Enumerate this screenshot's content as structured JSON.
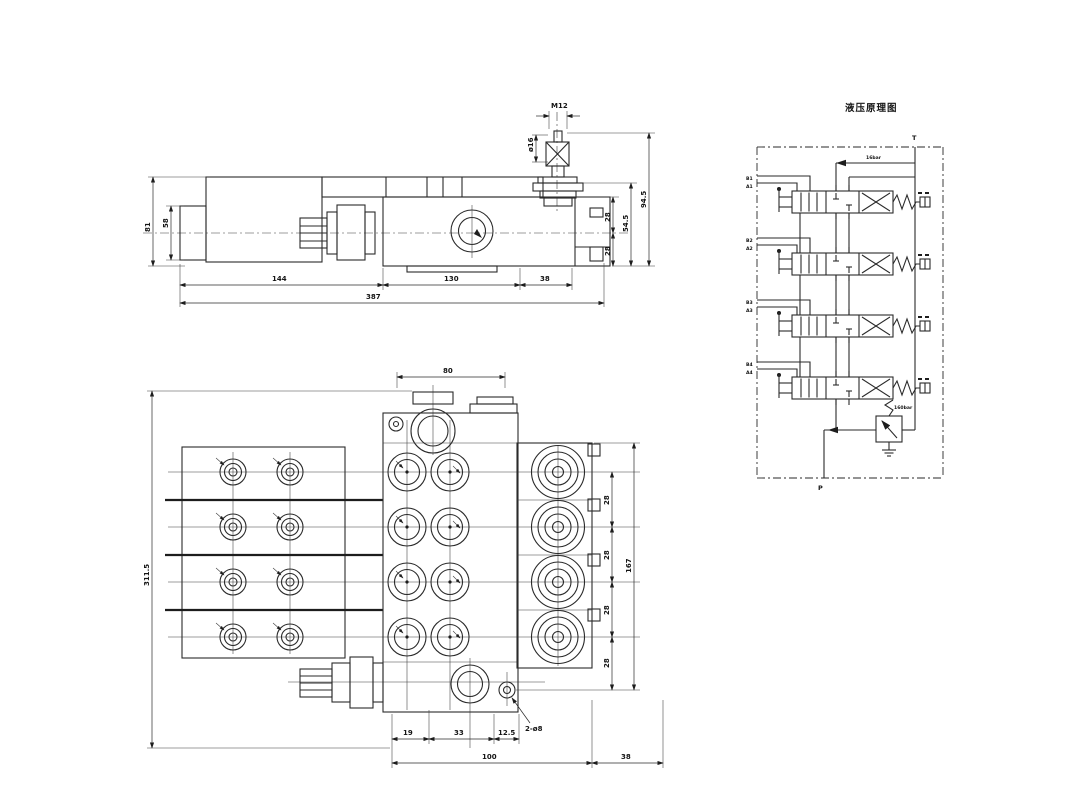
{
  "drawing": {
    "background": "#ffffff",
    "ink": "#2a2a2a",
    "description": "Monoblock directional control valve, 4-spool: side view, front view, hydraulic schematic"
  },
  "side_view": {
    "dims": {
      "thread_label": "M12",
      "knob_dia": "ø16",
      "height_outer": "81",
      "height_inner": "58",
      "right_height_outer": "94.5",
      "right_height_inner": "54.5",
      "right_seg_a": "28",
      "right_seg_b": "28",
      "len_a": "144",
      "len_b": "130",
      "len_c": "38",
      "len_total": "387"
    }
  },
  "front_view": {
    "dims": {
      "top_width": "80",
      "total_height": "311.5",
      "right_chain": [
        "28",
        "28",
        "28",
        "28"
      ],
      "right_total": "167",
      "bottom_a": "19",
      "bottom_b": "33",
      "bottom_c": "12.5",
      "bottom_d": "100",
      "bottom_e": "38",
      "hole_note": "2-ø8"
    }
  },
  "schematic": {
    "title": "液压原理图",
    "tank_port": "T",
    "pump_port": "P",
    "back_pressure": "16bar",
    "relief_pressure": "160bar",
    "sections": [
      {
        "port_b": "B1",
        "port_a": "A1"
      },
      {
        "port_b": "B2",
        "port_a": "A2"
      },
      {
        "port_b": "B3",
        "port_a": "A3"
      },
      {
        "port_b": "B4",
        "port_a": "A4"
      }
    ]
  }
}
